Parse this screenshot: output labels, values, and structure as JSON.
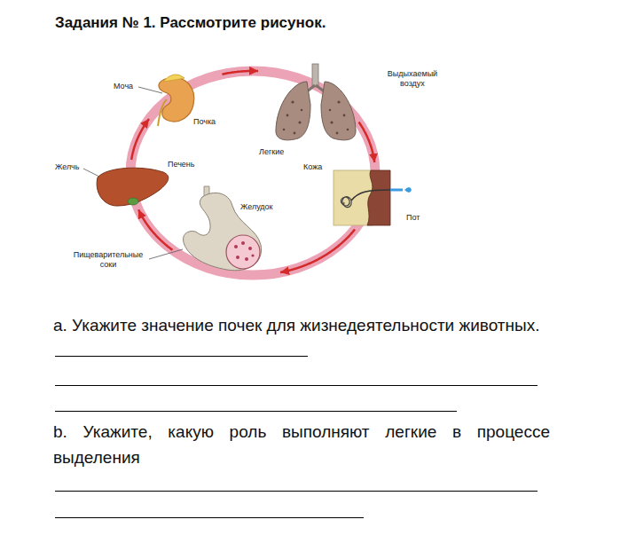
{
  "diagram": {
    "title": "Задания № 1. Рассмотрите рисунок.",
    "nodes": [
      {
        "text": [
          "Почка"
        ]
      },
      {
        "text": [
          "Легкие"
        ]
      },
      {
        "text": [
          "Кожа"
        ]
      },
      {
        "text": [
          "Желудок"
        ]
      },
      {
        "text": [
          "Печень"
        ]
      }
    ],
    "edges": [
      {
        "from": 0,
        "to": 1,
        "arrow": "to"
      },
      {
        "from": 1,
        "to": 2,
        "arrow": "to"
      },
      {
        "from": 2,
        "to": 3,
        "arrow": "to"
      },
      {
        "from": 3,
        "to": 4,
        "arrow": "to"
      },
      {
        "from": 4,
        "to": 0,
        "arrow": "to"
      }
    ],
    "labels": [
      "Моча",
      "Выдыхаемый воздух",
      "Пот",
      "Пищеварительные соки",
      "Желчь",
      "a. Укажите значение почек для жизнедеятельности животных.",
      "b. Укажите, какую роль выполняют легкие в процессе выделения"
    ]
  }
}
